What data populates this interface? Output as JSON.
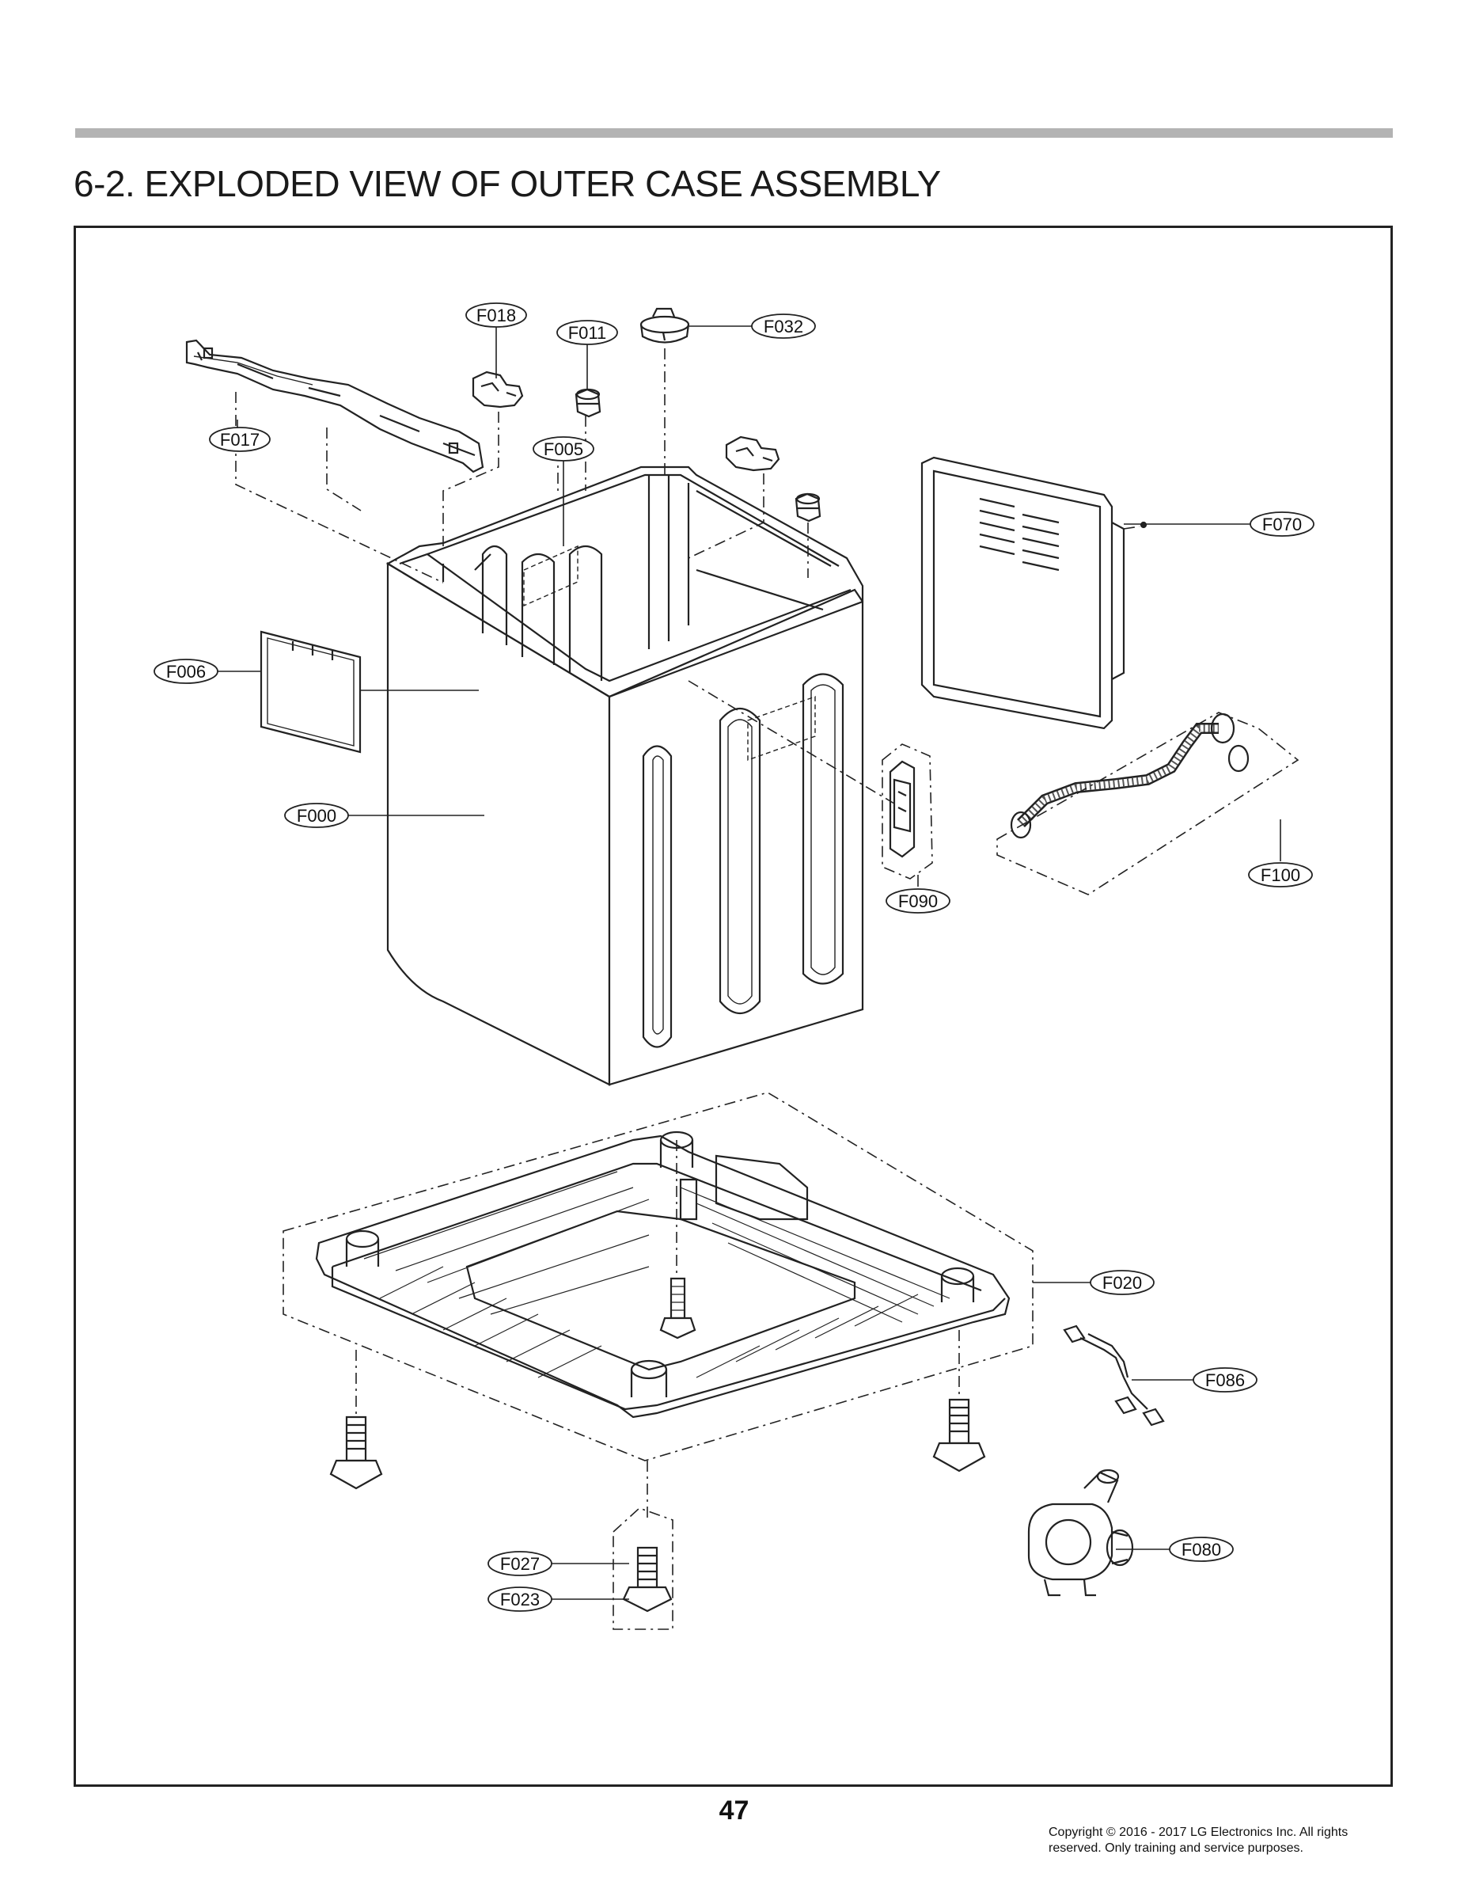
{
  "page": {
    "title": "6-2. EXPLODED VIEW OF OUTER CASE ASSEMBLY",
    "page_number": "47",
    "copyright_line1": "Copyright © 2016 - 2017 LG Electronics Inc. All rights",
    "copyright_line2": "reserved. Only training and service purposes."
  },
  "callouts": {
    "F018": "F018",
    "F011": "F011",
    "F032": "F032",
    "F017": "F017",
    "F005": "F005",
    "F070": "F070",
    "F006": "F006",
    "F000": "F000",
    "F090": "F090",
    "F100": "F100",
    "F020": "F020",
    "F086": "F086",
    "F080": "F080",
    "F027": "F027",
    "F023": "F023"
  }
}
